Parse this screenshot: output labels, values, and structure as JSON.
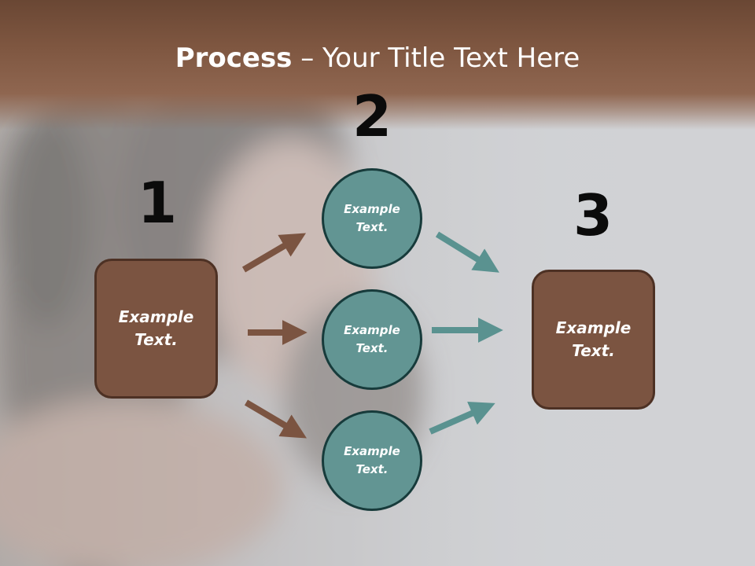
{
  "slide": {
    "title_bold": "Process",
    "title_rest": " – Your Title Text Here",
    "steps": [
      {
        "number": "1",
        "line1": "Example",
        "line2": "Text."
      },
      {
        "number": "2"
      },
      {
        "number": "3",
        "line1": "Example",
        "line2": "Text."
      }
    ],
    "circles": [
      {
        "line1": "Example",
        "line2": "Text."
      },
      {
        "line1": "Example",
        "line2": "Text."
      },
      {
        "line1": "Example",
        "line2": "Text."
      }
    ]
  },
  "colors": {
    "title_band": "#7e5640",
    "box_fill": "#7b5441",
    "box_border": "#4d3124",
    "circle_fill": "#629593",
    "circle_border": "#173b3b",
    "arrow_brown": "#7b5441",
    "arrow_teal": "#5a9290"
  },
  "icons": {
    "left_arrows": "arrow-icon",
    "right_arrows": "arrow-icon"
  }
}
